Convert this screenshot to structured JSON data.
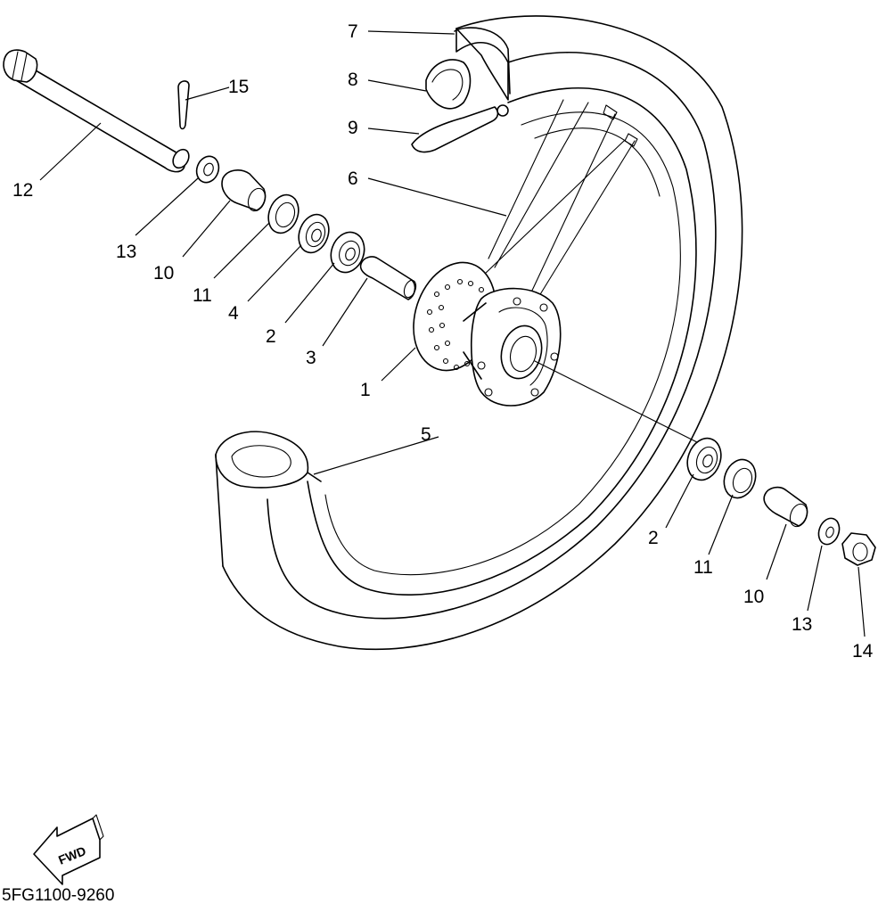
{
  "diagram_code": "5FG1100-9260",
  "fwd_label": "FWD",
  "callouts": [
    {
      "id": "c1",
      "label": "1"
    },
    {
      "id": "c2a",
      "label": "2"
    },
    {
      "id": "c2b",
      "label": "2"
    },
    {
      "id": "c3",
      "label": "3"
    },
    {
      "id": "c4",
      "label": "4"
    },
    {
      "id": "c5",
      "label": "5"
    },
    {
      "id": "c6",
      "label": "6"
    },
    {
      "id": "c7",
      "label": "7"
    },
    {
      "id": "c8",
      "label": "8"
    },
    {
      "id": "c9",
      "label": "9"
    },
    {
      "id": "c10a",
      "label": "10"
    },
    {
      "id": "c10b",
      "label": "10"
    },
    {
      "id": "c11a",
      "label": "11"
    },
    {
      "id": "c11b",
      "label": "11"
    },
    {
      "id": "c12",
      "label": "12"
    },
    {
      "id": "c13a",
      "label": "13"
    },
    {
      "id": "c13b",
      "label": "13"
    },
    {
      "id": "c14",
      "label": "14"
    },
    {
      "id": "c15",
      "label": "15"
    }
  ]
}
